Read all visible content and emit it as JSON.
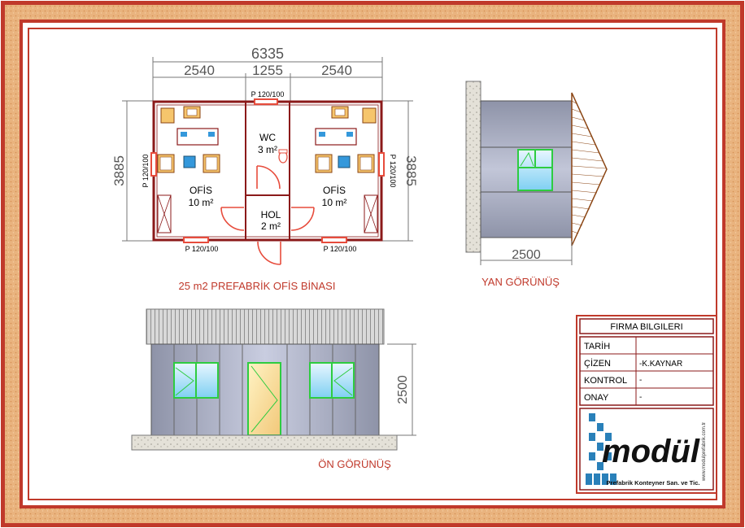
{
  "plan": {
    "dims": {
      "total": "6335",
      "left": "2540",
      "middle": "1255",
      "right": "2540",
      "height_left": "3885",
      "height_right": "3885"
    },
    "windows": {
      "top_wc": "P 120/100",
      "left_side": "P 120/100",
      "right_side": "P 120/100",
      "bottom_left": "P 120/100",
      "bottom_right": "P 120/100"
    },
    "rooms": {
      "office_left": {
        "name": "OFİS",
        "area": "10 m²"
      },
      "wc": {
        "name": "WC",
        "area": "3 m²"
      },
      "hall": {
        "name": "HOL",
        "area": "2 m²"
      },
      "office_right": {
        "name": "OFİS",
        "area": "10 m²"
      }
    },
    "title": "25 m2 PREFABRİK OFİS BİNASI"
  },
  "side_view": {
    "title": "YAN GÖRÜNÜŞ",
    "width_dim": "2500"
  },
  "front_view": {
    "title": "ÖN GÖRÜNÜŞ",
    "height_dim": "2500"
  },
  "title_block": {
    "heading": "FIRMA BILGILERI",
    "rows": [
      {
        "label": "TARİH",
        "value": ""
      },
      {
        "label": "ÇİZEN",
        "value": "-K.KAYNAR"
      },
      {
        "label": "KONTROL",
        "value": "-"
      },
      {
        "label": "ONAY",
        "value": "-"
      }
    ],
    "logo_text": "modül",
    "logo_subtitle": "Prefabrik Konteyner San. ve Tic.",
    "website": "www.modulprefabrik.com.tr"
  },
  "colors": {
    "frame": "#c0392b",
    "border_fill": "#e8b07a",
    "wall": "#8b1a1a",
    "window": "#e74c3c",
    "door": "#e74c3c",
    "glass": "#2ecc40"
  }
}
